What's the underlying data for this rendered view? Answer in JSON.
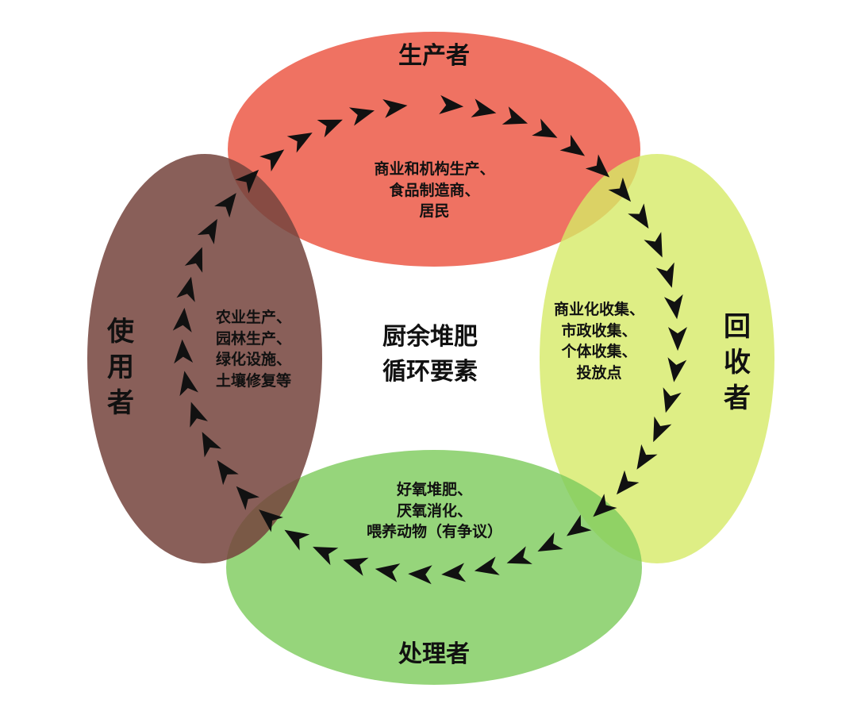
{
  "center": {
    "line1": "厨余堆肥",
    "line2": "循环要素"
  },
  "stages": {
    "producer": {
      "title": "生产者",
      "lines": [
        "商业和机构生产、",
        "食品制造商、",
        "居民"
      ],
      "color": "#ee6655"
    },
    "collector": {
      "title_chars": [
        "回",
        "收",
        "者"
      ],
      "lines": [
        "商业化收集、",
        "市政收集、",
        "个体收集、",
        "投放点"
      ],
      "color": "#d6ea66"
    },
    "processor": {
      "title": "处理者",
      "lines": [
        "好氧堆肥、",
        "厌氧消化、",
        "喂养动物（有争议）"
      ],
      "color": "#7fcc5e"
    },
    "user": {
      "title_chars": [
        "使",
        "用",
        "者"
      ],
      "lines": [
        "农业生产、",
        "园林生产、",
        "绿化设施、",
        "土壤修复等"
      ],
      "color": "#76453e"
    }
  },
  "arrow_color": "#111111"
}
